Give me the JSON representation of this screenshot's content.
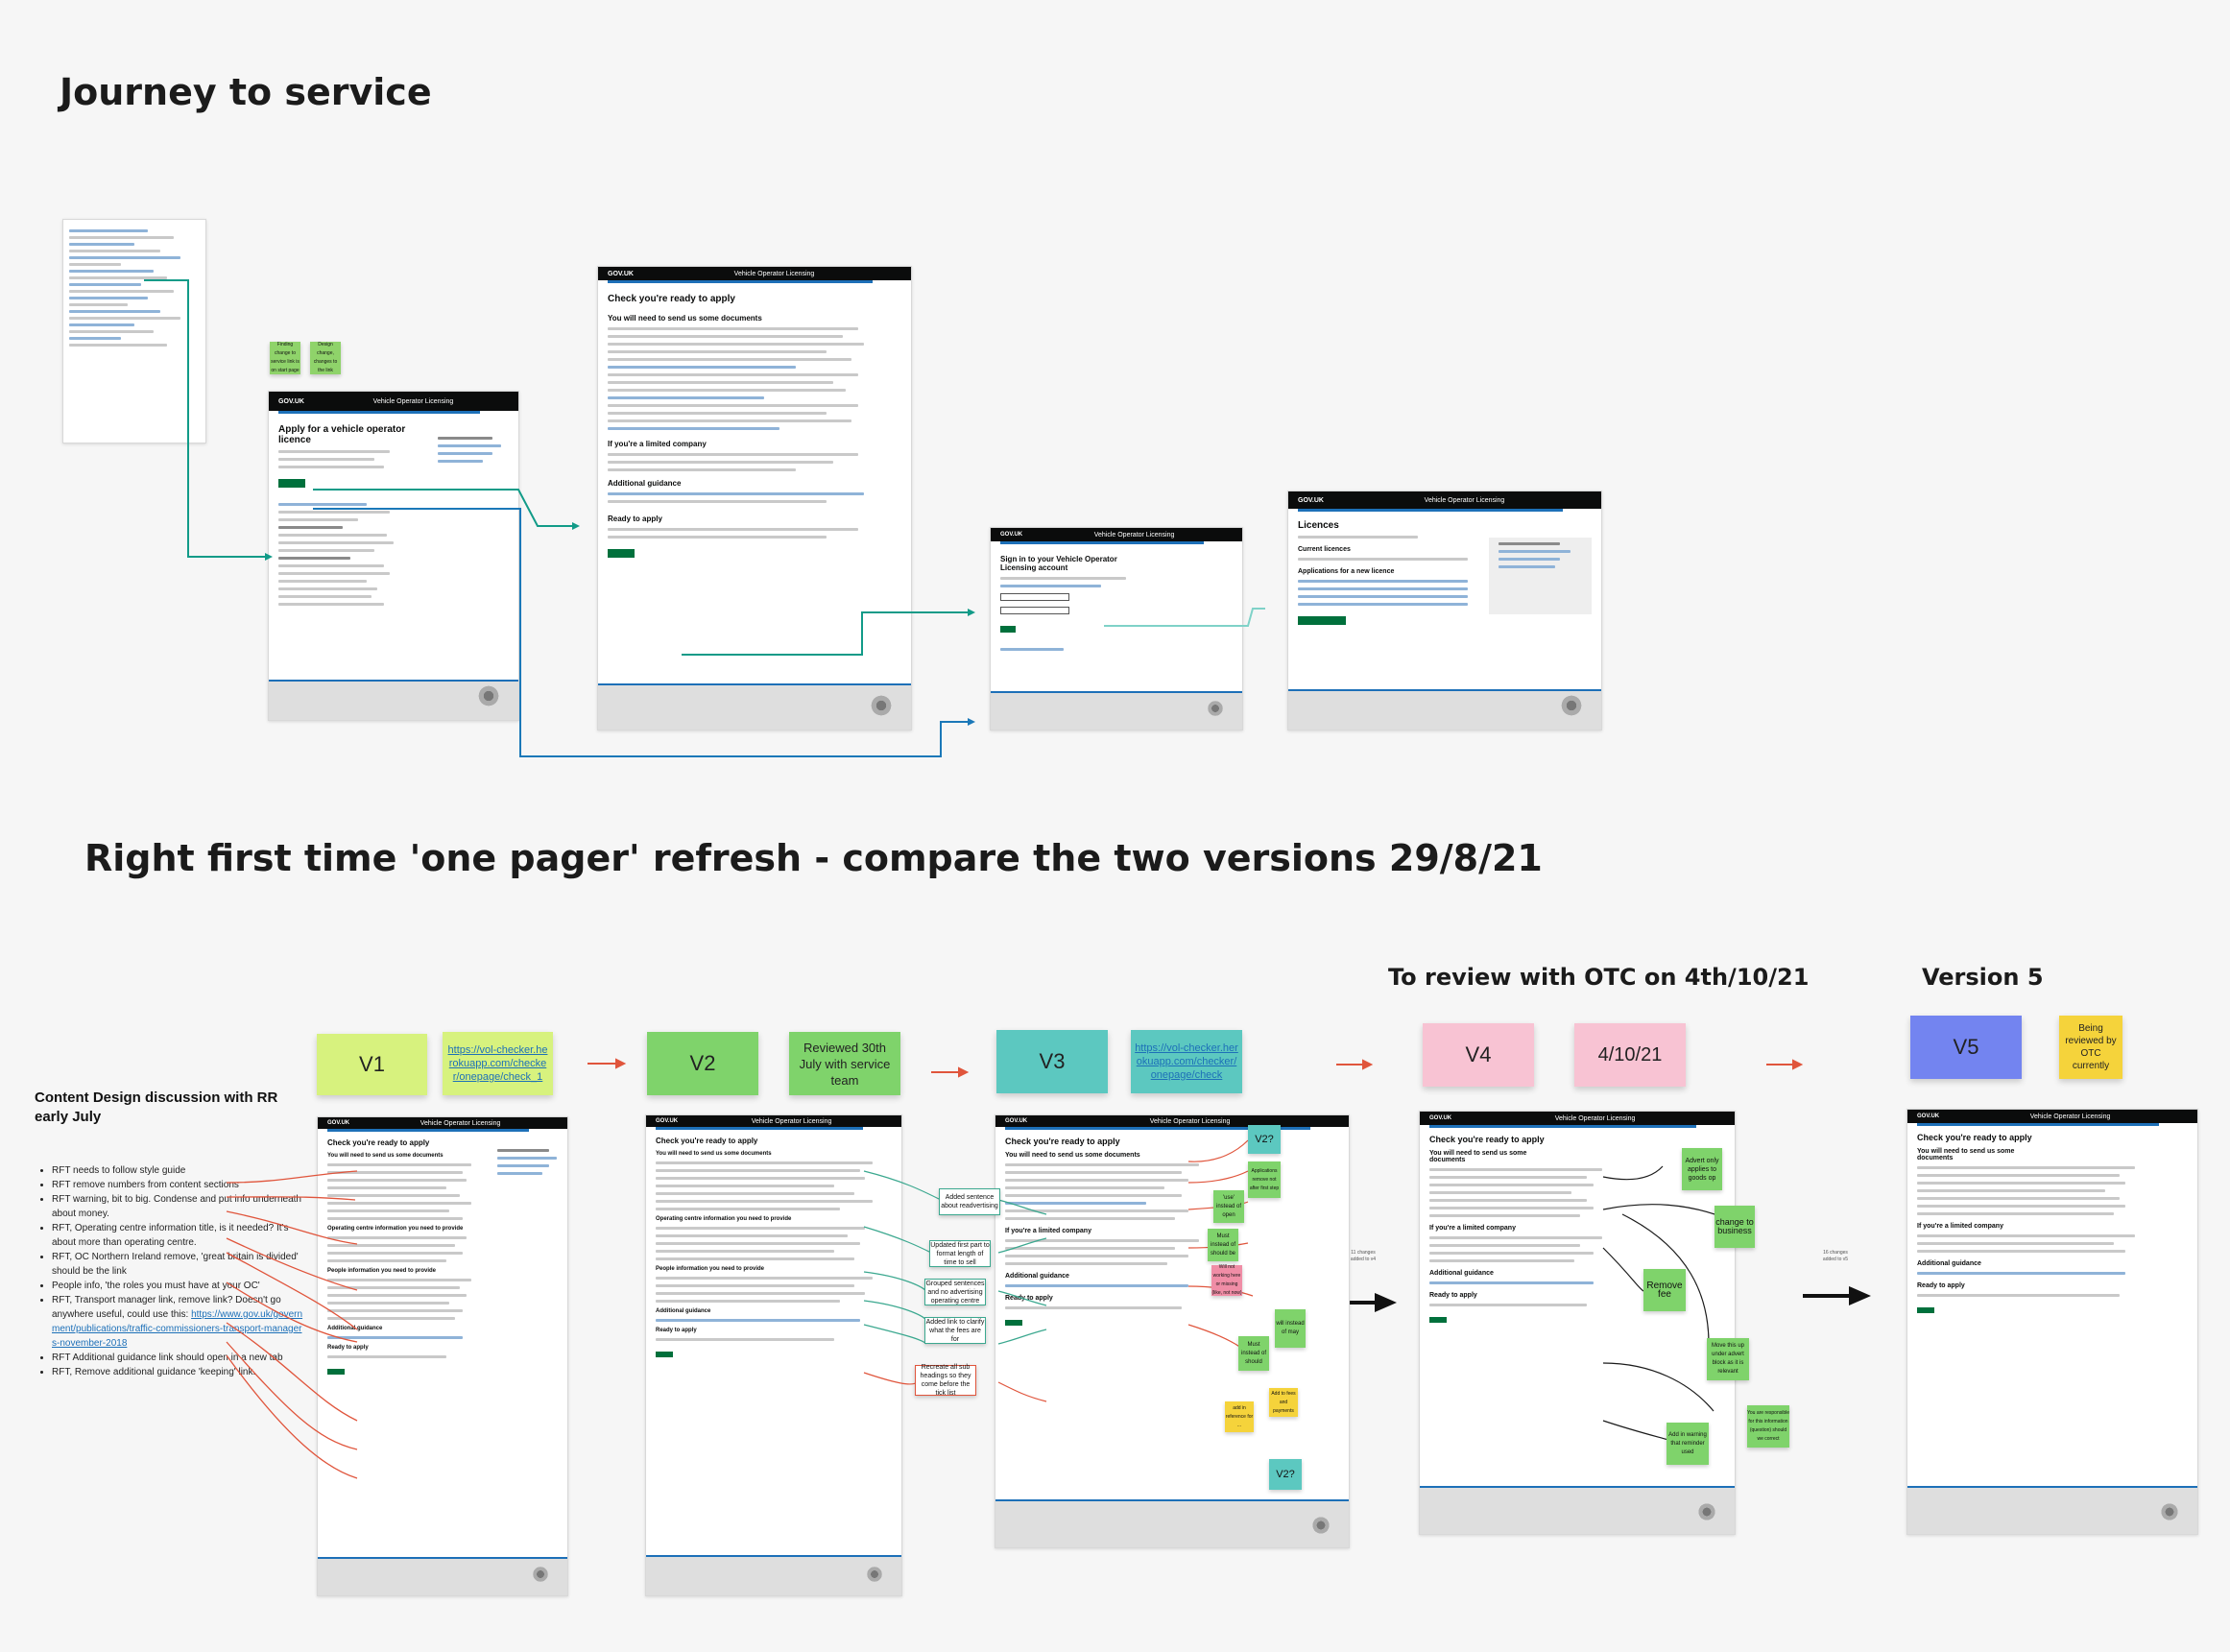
{
  "headings": {
    "journey": "Journey to service",
    "refresh": "Right first time 'one pager' refresh - compare the two versions 29/8/21",
    "review": "To review with OTC on 4th/10/21",
    "version5": "Version 5"
  },
  "journey_pages": {
    "apply": {
      "brand": "GOV.UK",
      "service": "Vehicle Operator Licensing",
      "title": "Apply for a vehicle operator licence"
    },
    "ready": {
      "brand": "GOV.UK",
      "service": "Vehicle Operator Licensing",
      "title": "Check you're ready to apply",
      "sub1": "You will need to send us some documents",
      "sub2": "If you're a limited company",
      "sub3": "Additional guidance",
      "sub4": "Ready to apply"
    },
    "signin": {
      "brand": "GOV.UK",
      "service": "Vehicle Operator Licensing",
      "title": "Sign in to your Vehicle Operator Licensing account"
    },
    "licences": {
      "brand": "GOV.UK",
      "service": "Vehicle Operator Licensing",
      "title": "Licences",
      "sub1": "Current licences",
      "sub2": "Applications for a new licence"
    }
  },
  "versions": {
    "v1": {
      "label": "V1",
      "link": "https://vol-checker.herokuapp.com/checker/onepage/check_1",
      "color": "#d7f27e"
    },
    "v2": {
      "label": "V2",
      "note": "Reviewed 30th July with service team",
      "color": "#7fd36b"
    },
    "v3": {
      "label": "V3",
      "link": "https://vol-checker.herokuapp.com/checker/onepage/check",
      "color": "#5cc8c0"
    },
    "v4": {
      "label": "V4",
      "note": "4/10/21",
      "color": "#f8c3d3"
    },
    "v5": {
      "label": "V5",
      "note": "Being reviewed by OTC currently",
      "color": "#7384f0",
      "note_color": "#f5d33b"
    }
  },
  "version_page": {
    "brand": "GOV.UK",
    "service": "Vehicle Operator Licensing",
    "title": "Check you're ready to apply",
    "sub1": "You will need to send us some documents",
    "sub2": "Operating centre information you need to provide",
    "sub3": "People information you need to provide",
    "sub4": "If you're a limited company",
    "sub5": "Additional guidance",
    "sub6": "Ready to apply"
  },
  "content_discussion": {
    "title": "Content Design discussion with RR early July",
    "items": [
      "RFT needs to follow style guide",
      "RFT remove numbers from content sections",
      "RFT warning, bit to big. Condense and put info underneath about money.",
      "RFT, Operating centre information title, is it needed? It's about more than operating centre.",
      "RFT, OC Northern Ireland remove, 'great britain is divided' should be the link",
      "People info, 'the roles you must have at your OC'",
      "RFT, Transport manager link, remove link? Doesn't go anywhere useful, could use this:",
      "RFT Additional guidance link should open in a new tab",
      "RFT, Remove additional guidance 'keeping' link."
    ],
    "link_text": "https://www.gov.uk/government/publications/traffic-commissioners-transport-managers-november-2018"
  },
  "v2_notes": [
    "Added sentence about readvertising",
    "Updated first part to format length of time to sell",
    "Grouped sentences and no advertising operating centre",
    "Added link to clarify what the fees are for",
    "Recreate all sub headings so they come before the tick list"
  ],
  "v3_notes": [
    "V2?",
    "V2?",
    "Applications remove not after first step",
    "'use' instead of open",
    "Must instead of should be",
    "Will not working here or missing (like, not now)",
    "will instead of may",
    "Must instead of should",
    "Add to fees and payments",
    "add in reference for ..."
  ],
  "v4_notes": [
    "Advert only applies to goods op",
    "change to business",
    "Remove fee",
    "Move this up under advert block as it is relevant",
    "Add in warning that reminder used",
    "You are responsible for this information (question) should we correct"
  ],
  "changes": {
    "v3_to_v4": "11 changes added to v4",
    "v4_to_v5": "16 changes added to v5"
  },
  "journey_sticky": [
    "Finding change to service link is on start page",
    "Design change, changes to the link"
  ]
}
